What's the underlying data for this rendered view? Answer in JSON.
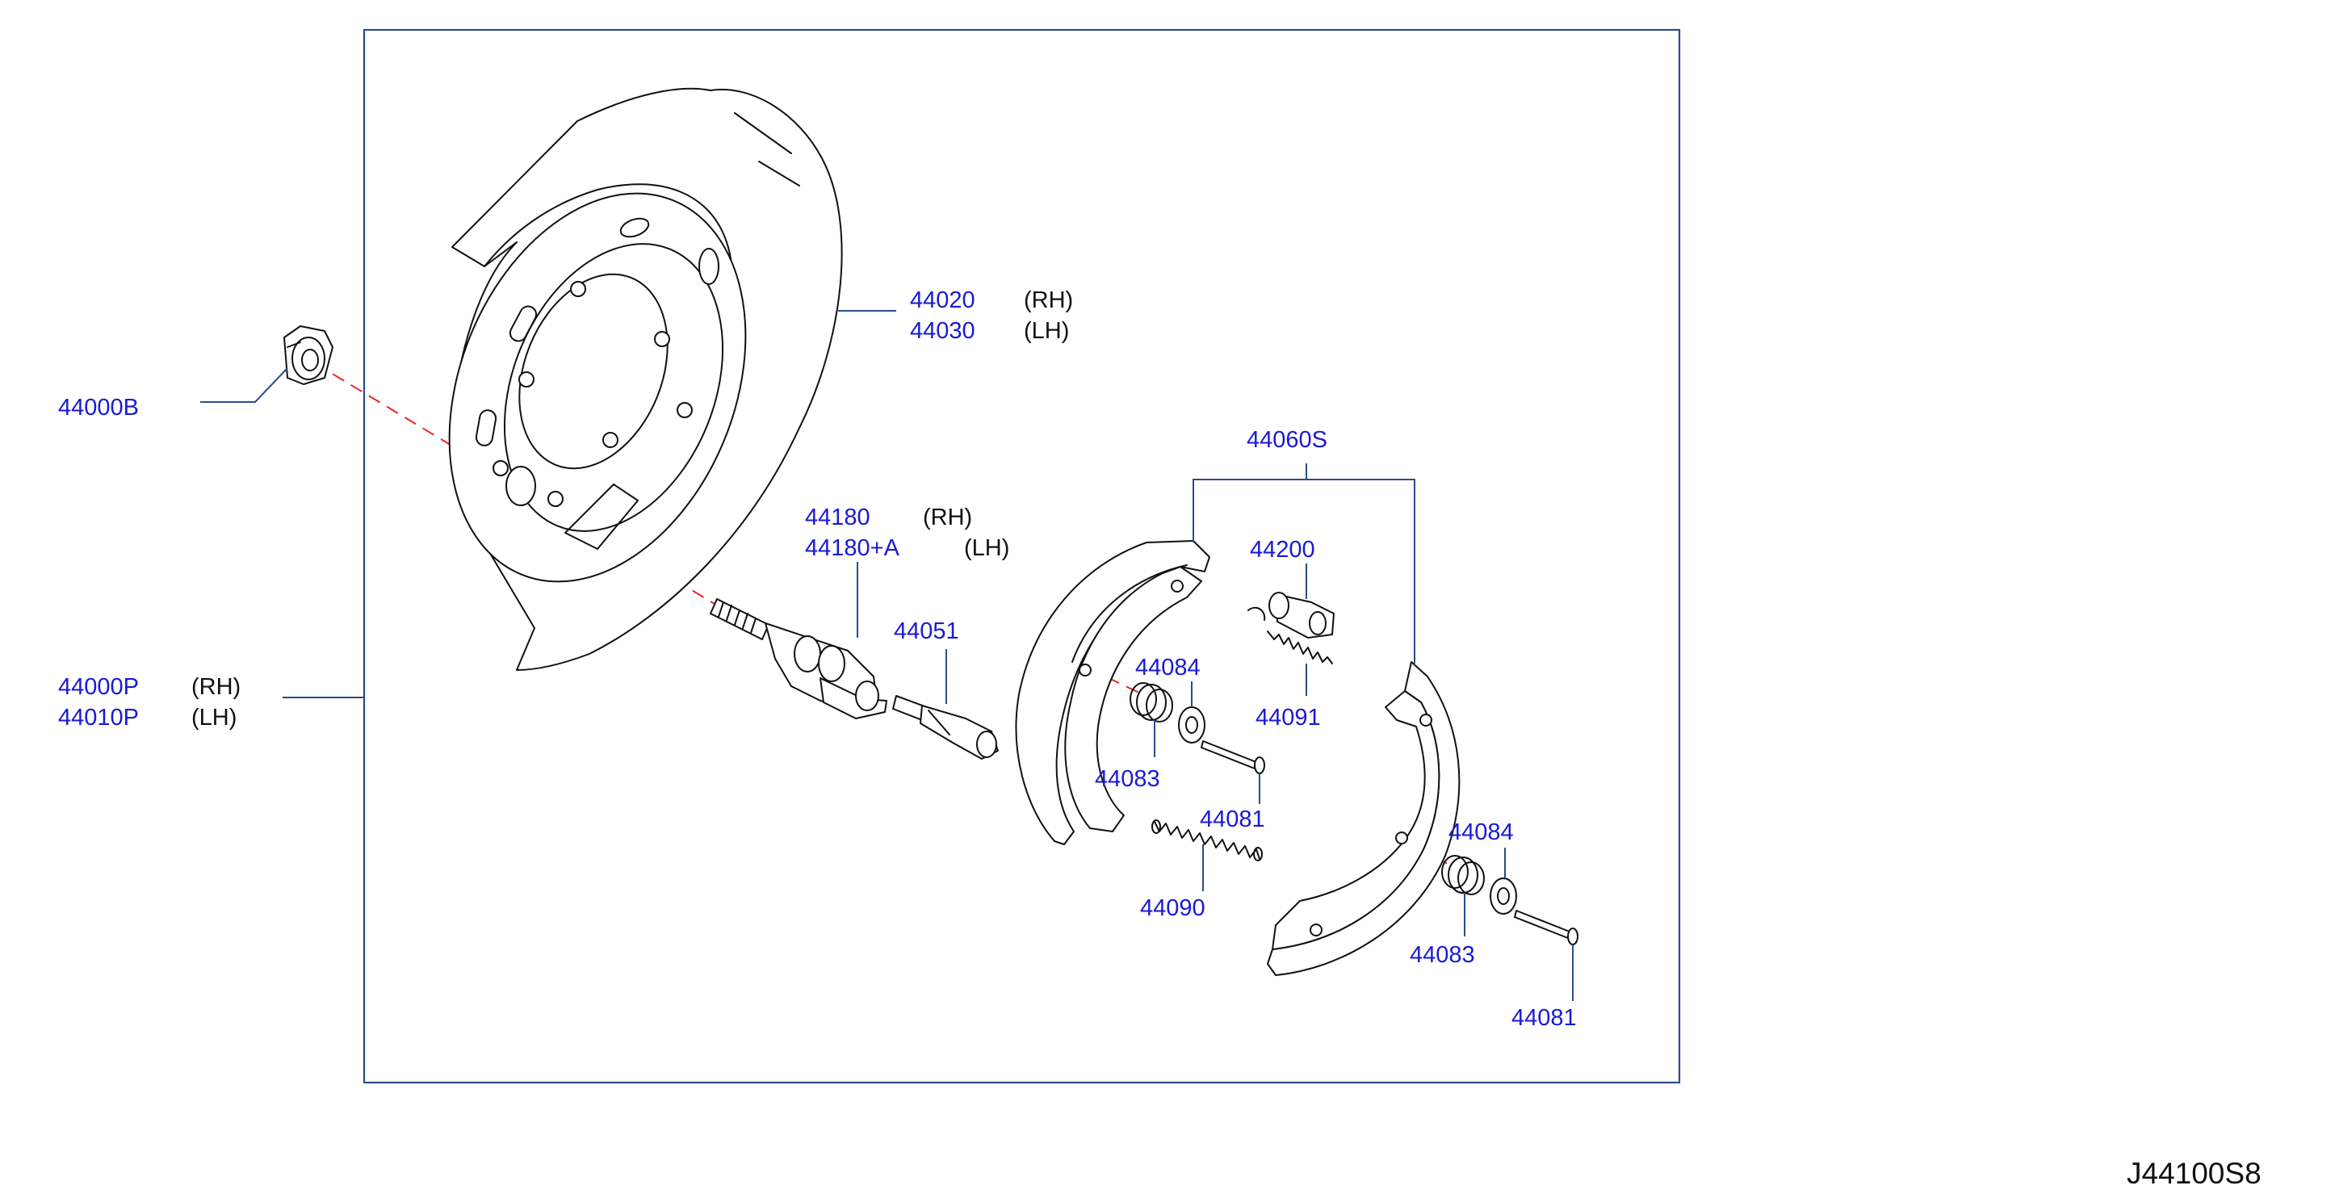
{
  "diagram_code": "J44100S8",
  "parts": [
    {
      "id": "p-44000B",
      "number": "44000B",
      "side": ""
    },
    {
      "id": "p-44020",
      "number": "44020",
      "side": "(RH)"
    },
    {
      "id": "p-44030",
      "number": "44030",
      "side": "(LH)"
    },
    {
      "id": "p-44000P",
      "number": "44000P",
      "side": "(RH)"
    },
    {
      "id": "p-44010P",
      "number": "44010P",
      "side": "(LH)"
    },
    {
      "id": "p-44180",
      "number": "44180",
      "side": "(RH)"
    },
    {
      "id": "p-44180A",
      "number": "44180+A",
      "side": "(LH)"
    },
    {
      "id": "p-44051",
      "number": "44051",
      "side": ""
    },
    {
      "id": "p-44060S",
      "number": "44060S",
      "side": ""
    },
    {
      "id": "p-44200",
      "number": "44200",
      "side": ""
    },
    {
      "id": "p-44084a",
      "number": "44084",
      "side": ""
    },
    {
      "id": "p-44091",
      "number": "44091",
      "side": ""
    },
    {
      "id": "p-44083a",
      "number": "44083",
      "side": ""
    },
    {
      "id": "p-44081a",
      "number": "44081",
      "side": ""
    },
    {
      "id": "p-44090",
      "number": "44090",
      "side": ""
    },
    {
      "id": "p-44084b",
      "number": "44084",
      "side": ""
    },
    {
      "id": "p-44083b",
      "number": "44083",
      "side": ""
    },
    {
      "id": "p-44081b",
      "number": "44081",
      "side": ""
    }
  ],
  "colors": {
    "part_number": "#1a1ad6",
    "leader_line": "#2b4d86",
    "axis_line": "#e8262a",
    "drawing": "#111111"
  }
}
